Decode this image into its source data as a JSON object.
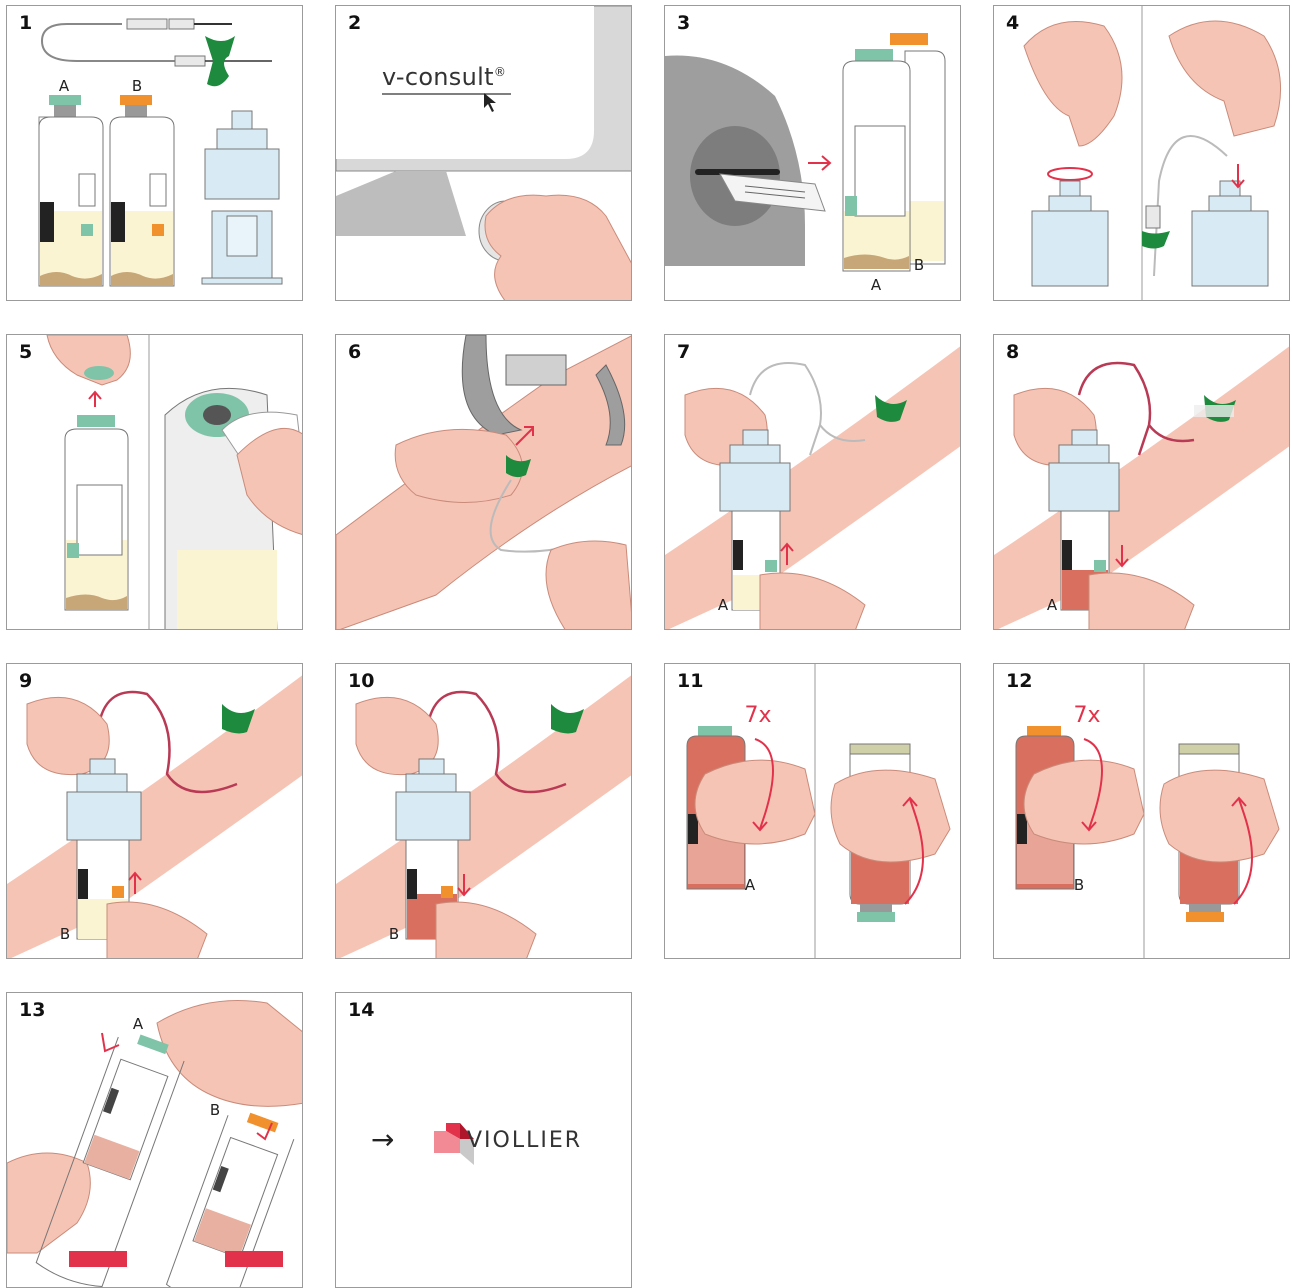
{
  "steps": [
    {
      "number": "1",
      "labels": [
        "A",
        "B"
      ]
    },
    {
      "number": "2",
      "text": "v-consult",
      "mark": "®"
    },
    {
      "number": "3",
      "labels": [
        "A",
        "B"
      ]
    },
    {
      "number": "4"
    },
    {
      "number": "5"
    },
    {
      "number": "6"
    },
    {
      "number": "7",
      "labels": [
        "A"
      ]
    },
    {
      "number": "8",
      "labels": [
        "A"
      ]
    },
    {
      "number": "9",
      "labels": [
        "B"
      ]
    },
    {
      "number": "10",
      "labels": [
        "B"
      ]
    },
    {
      "number": "11",
      "labels": [
        "A"
      ],
      "repeat": "7x"
    },
    {
      "number": "12",
      "labels": [
        "B"
      ],
      "repeat": "7x"
    },
    {
      "number": "13",
      "labels": [
        "A",
        "B"
      ]
    },
    {
      "number": "14",
      "arrow": "→",
      "brand": "VIOLLIER"
    }
  ],
  "colors": {
    "cap_a": "#7fc4a8",
    "cap_b": "#f0912e",
    "arrow_red": "#e2324b",
    "skin": "#f6c4b5",
    "blood": "#d9705f",
    "holder_blue": "#d8ebf5",
    "grey_machine": "#9e9e9e",
    "wing_green": "#1e8a3e"
  },
  "icons": [
    "butterfly-needle-icon",
    "bottle-icon",
    "tube-holder-icon",
    "monitor-icon",
    "mouse-icon",
    "printer-icon",
    "hand-icon",
    "tourniquet-icon",
    "viollier-logo"
  ]
}
